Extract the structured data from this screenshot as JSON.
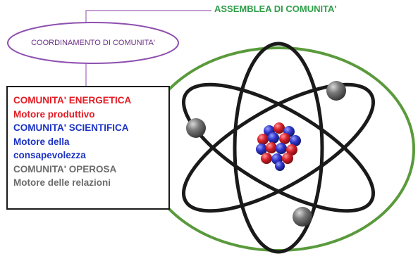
{
  "assembly_label": "ASSEMBLEA DI COMUNITA'",
  "coordination_label": "COORDINAMENTO DI COMUNITA'",
  "community_list": [
    {
      "text": "COMUNITA' ENERGETICA",
      "color": "#e31b23"
    },
    {
      "text": "Motore produttivo",
      "color": "#e31b23"
    },
    {
      "text": "COMUNITA' SCIENTIFICA",
      "color": "#1c33c4"
    },
    {
      "text": "Motore della",
      "color": "#1c33c4"
    },
    {
      "text": "consapevolezza",
      "color": "#1c33c4"
    },
    {
      "text": "COMUNITA' OPEROSA",
      "color": "#6b6b6b"
    },
    {
      "text": "Motore delle relazioni",
      "color": "#6b6b6b"
    }
  ],
  "colors": {
    "assembly_green": "#2e9e48",
    "outer_ring_green": "#5a9a3c",
    "coordination_purple": "#6b2f86",
    "tree_lines": "#b07cc6",
    "orbit": "#1a1a1a",
    "proton": "#d6202a",
    "neutron": "#2f35c9",
    "electron": "#6e6e6e"
  },
  "icons": {
    "atom": "atom-icon"
  }
}
